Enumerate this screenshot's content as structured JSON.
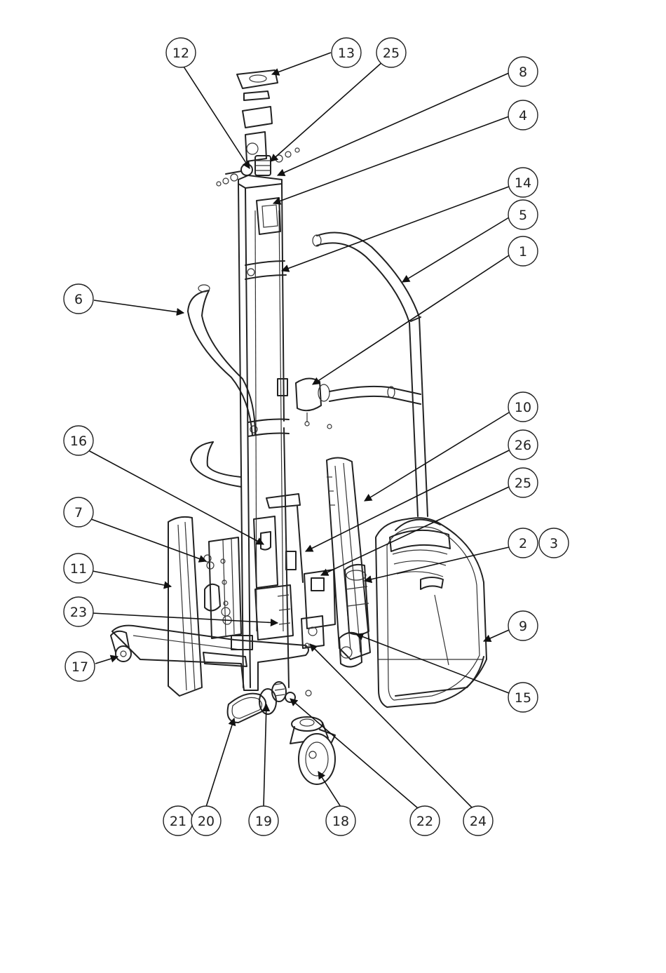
{
  "callouts": [
    {
      "id": "c12",
      "label": "12"
    },
    {
      "id": "c13",
      "label": "13"
    },
    {
      "id": "c25a",
      "label": "25"
    },
    {
      "id": "c8",
      "label": "8"
    },
    {
      "id": "c4",
      "label": "4"
    },
    {
      "id": "c14",
      "label": "14"
    },
    {
      "id": "c5",
      "label": "5"
    },
    {
      "id": "c1",
      "label": "1"
    },
    {
      "id": "c6",
      "label": "6"
    },
    {
      "id": "c10",
      "label": "10"
    },
    {
      "id": "c26",
      "label": "26"
    },
    {
      "id": "c25b",
      "label": "25"
    },
    {
      "id": "c16",
      "label": "16"
    },
    {
      "id": "c7",
      "label": "7"
    },
    {
      "id": "c2",
      "label": "2"
    },
    {
      "id": "c3",
      "label": "3"
    },
    {
      "id": "c11",
      "label": "11"
    },
    {
      "id": "c23",
      "label": "23"
    },
    {
      "id": "c9",
      "label": "9"
    },
    {
      "id": "c17",
      "label": "17"
    },
    {
      "id": "c15",
      "label": "15"
    },
    {
      "id": "c21",
      "label": "21"
    },
    {
      "id": "c20",
      "label": "20"
    },
    {
      "id": "c19",
      "label": "19"
    },
    {
      "id": "c18",
      "label": "18"
    },
    {
      "id": "c22",
      "label": "22"
    },
    {
      "id": "c24",
      "label": "24"
    }
  ]
}
